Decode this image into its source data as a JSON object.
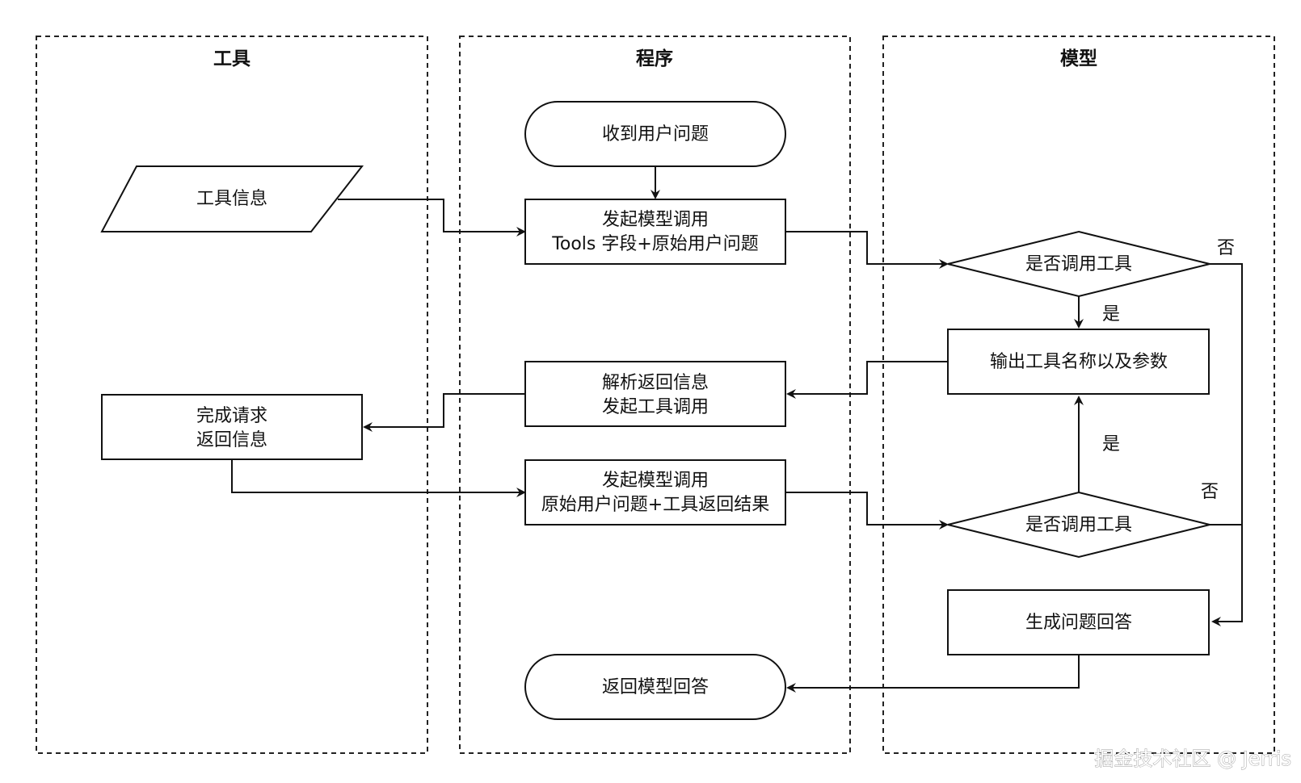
{
  "lanes": {
    "tools": "工具",
    "program": "程序",
    "model": "模型"
  },
  "nodes": {
    "receive_question": "收到用户问题",
    "tool_info": "工具信息",
    "call_model_1": [
      "发起模型调用",
      "Tools 字段+原始用户问题"
    ],
    "decide_tool_1": "是否调用工具",
    "output_tool": "输出工具名称以及参数",
    "parse_return": [
      "解析返回信息",
      "发起工具调用"
    ],
    "complete_request": [
      "完成请求",
      "返回信息"
    ],
    "call_model_2": [
      "发起模型调用",
      "原始用户问题+工具返回结果"
    ],
    "decide_tool_2": "是否调用工具",
    "generate_answer": "生成问题回答",
    "return_answer": "返回模型回答"
  },
  "edge_labels": {
    "yes_1": "是",
    "no_1": "否",
    "yes_2": "是",
    "no_2": "否"
  },
  "watermark": "掘金技术社区 @ Jerris"
}
